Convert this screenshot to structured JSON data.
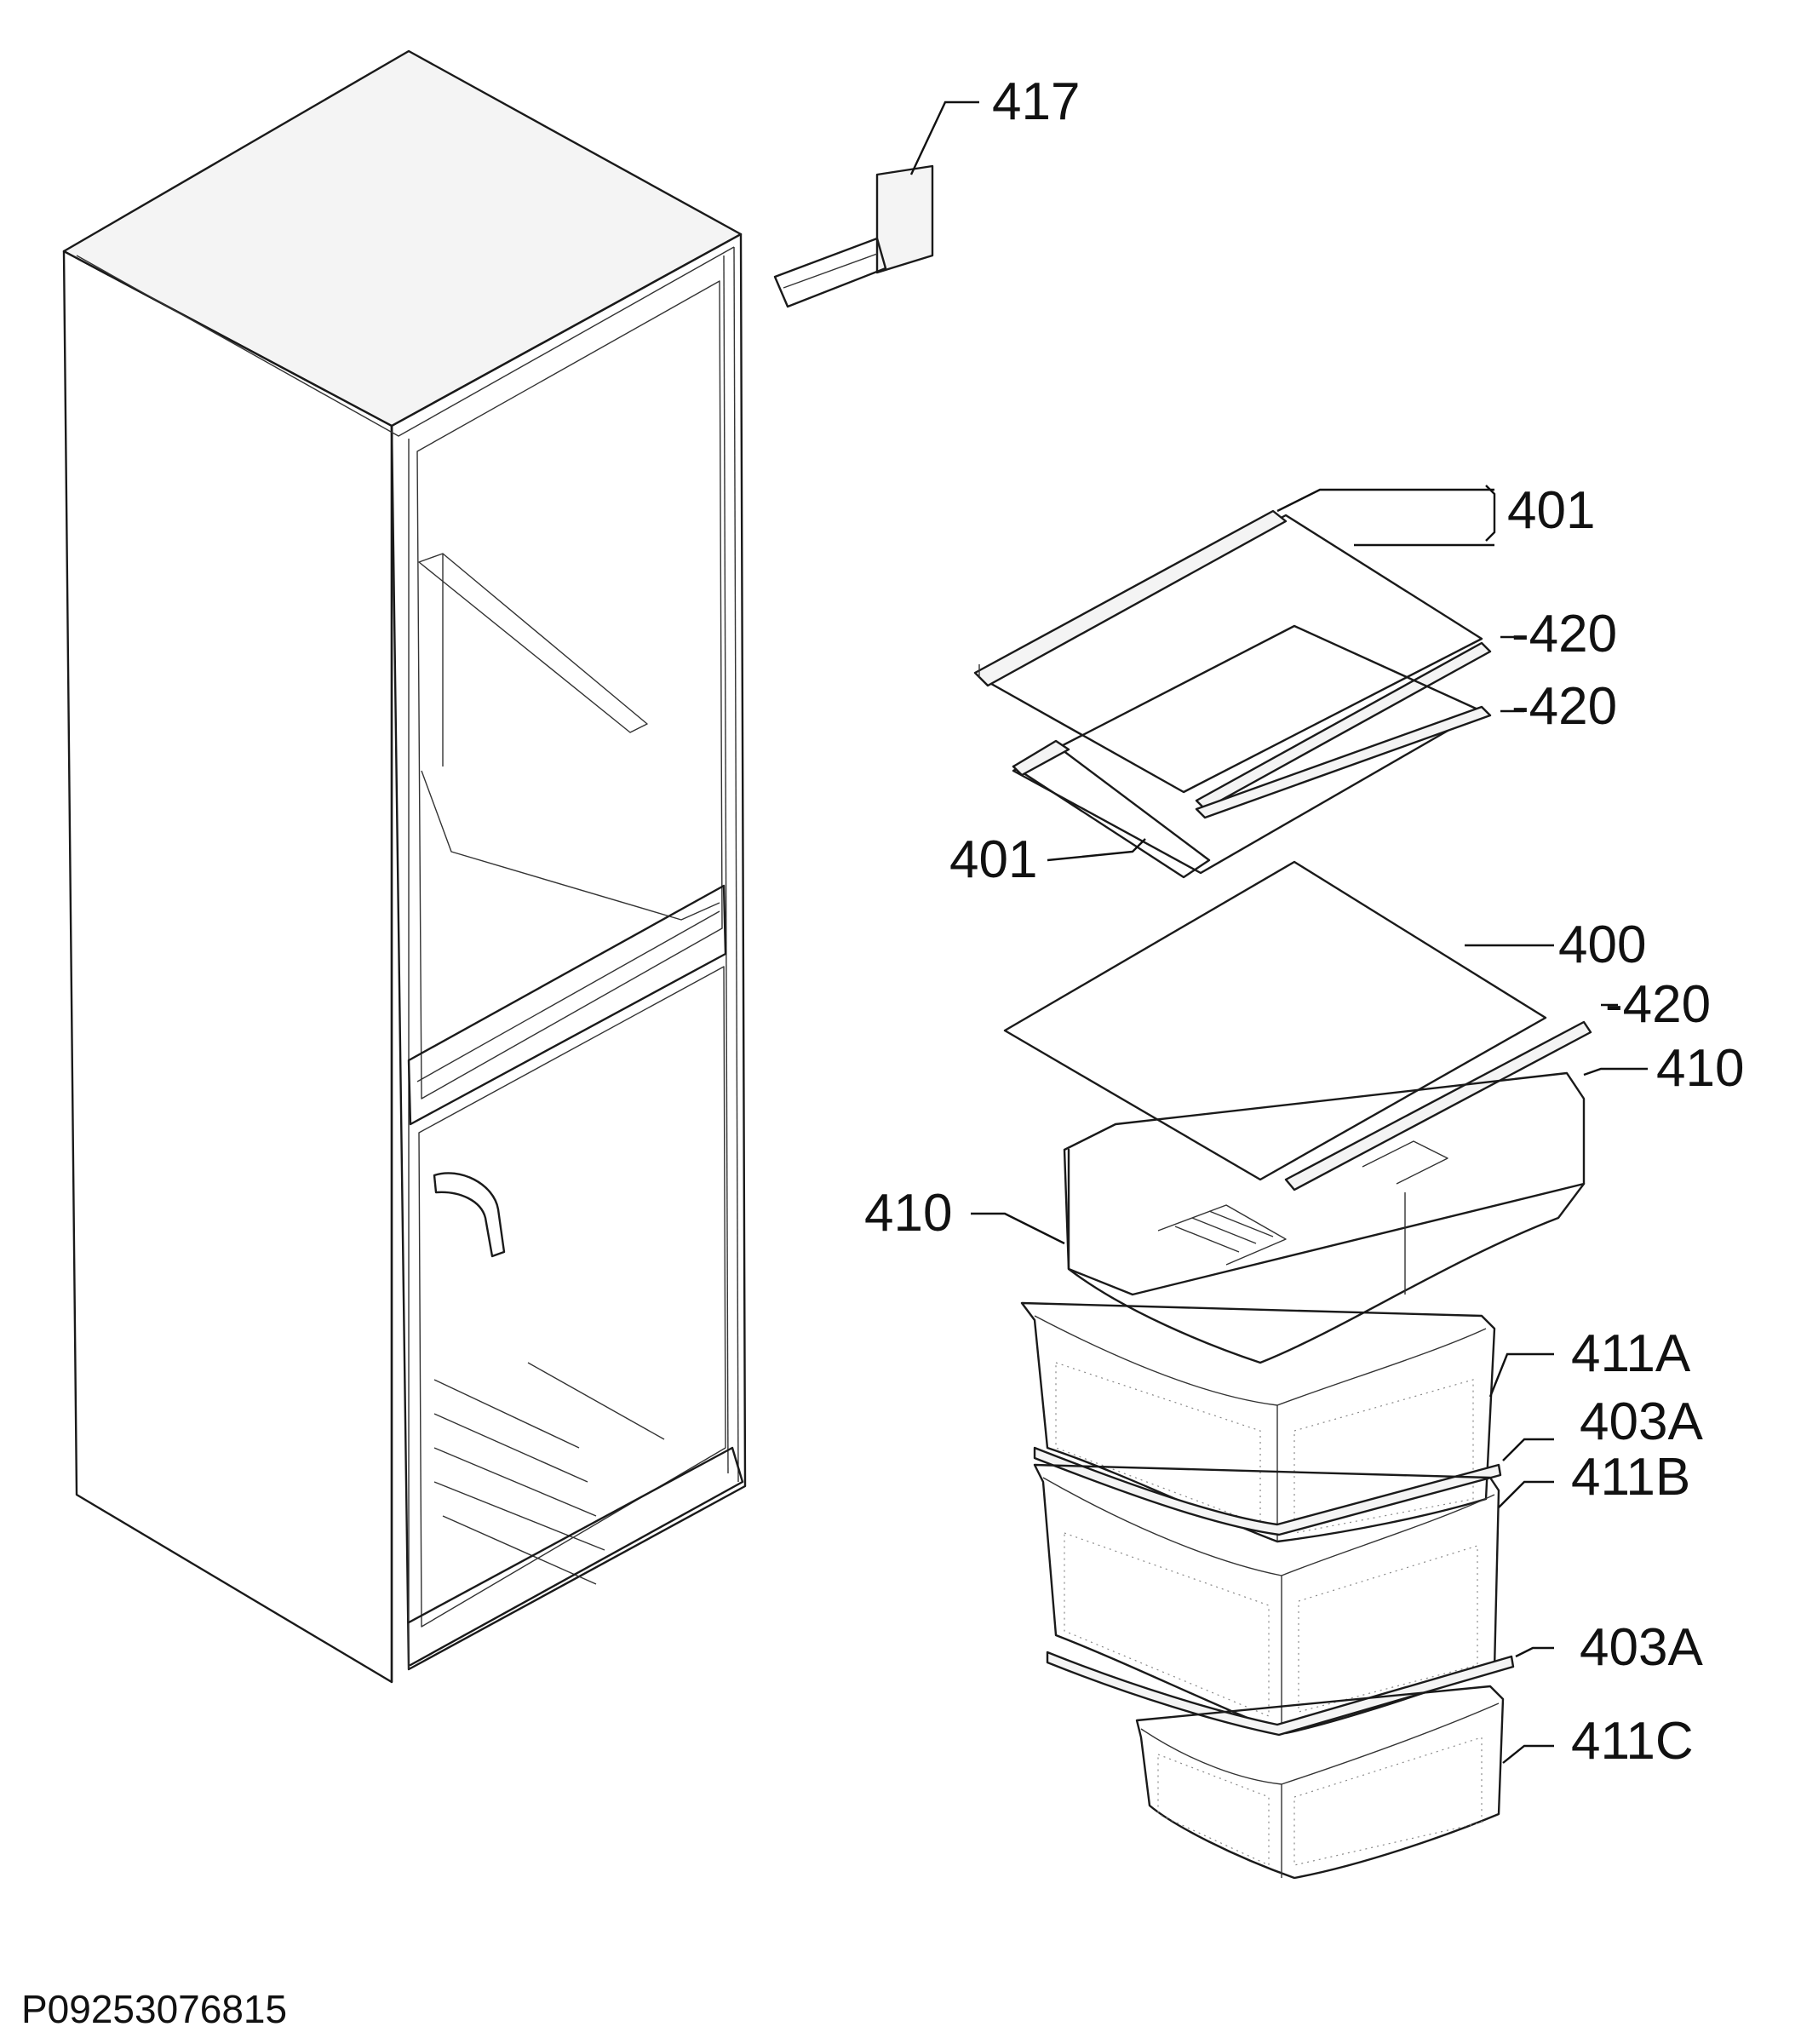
{
  "labels": {
    "p417": "417",
    "p401_top": "401",
    "p420_a": "-420",
    "p420_b": "-420",
    "p401_mid": "401",
    "p400": "400",
    "p420_c": "-420",
    "p410_right": "410",
    "p410_left": "410",
    "p411A": "411A",
    "p403A_top": "403A",
    "p411B": "411B",
    "p403A_bottom": "403A",
    "p411C": "411C"
  },
  "reference_code": "P09253076815",
  "colors": {
    "line": "#1a1a1a",
    "background": "#ffffff"
  }
}
